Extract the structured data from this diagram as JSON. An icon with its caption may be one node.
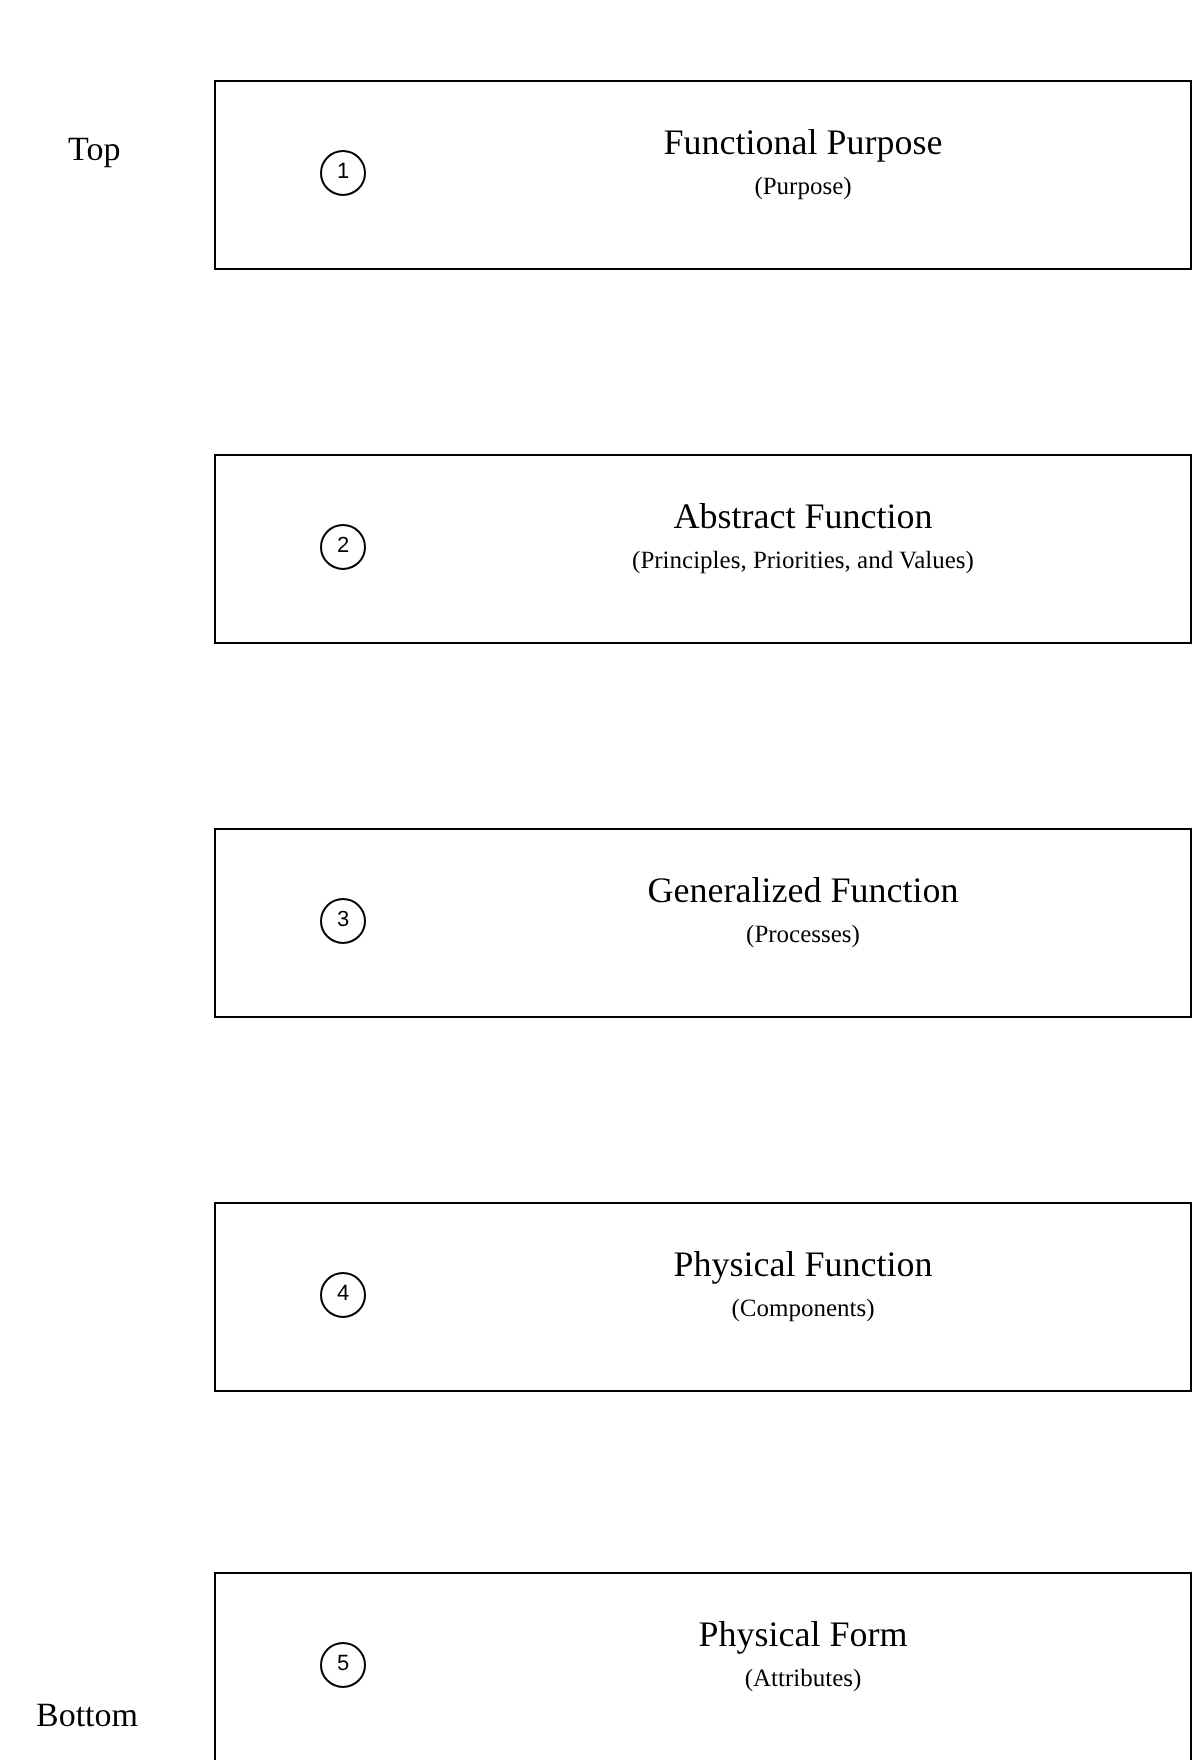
{
  "diagram": {
    "nodes": [
      {
        "text": [
          "Functional Purpose",
          "(Purpose)"
        ]
      },
      {
        "text": [
          "1"
        ],
        "in": 0
      },
      {
        "text": [
          "Abstract Function",
          "(Principles, Priorities, and Values)"
        ]
      },
      {
        "text": [
          "2"
        ],
        "in": 2
      },
      {
        "text": [
          "Generalized Function",
          "(Processes)"
        ]
      },
      {
        "text": [
          "3"
        ],
        "in": 4
      },
      {
        "text": [
          "Physical Function",
          "(Components)"
        ]
      },
      {
        "text": [
          "4"
        ],
        "in": 6
      },
      {
        "text": [
          "Physical Form",
          "(Attributes)"
        ]
      },
      {
        "text": [
          "5"
        ],
        "in": 8
      }
    ],
    "labels": [
      "Top",
      "Bottom"
    ]
  }
}
